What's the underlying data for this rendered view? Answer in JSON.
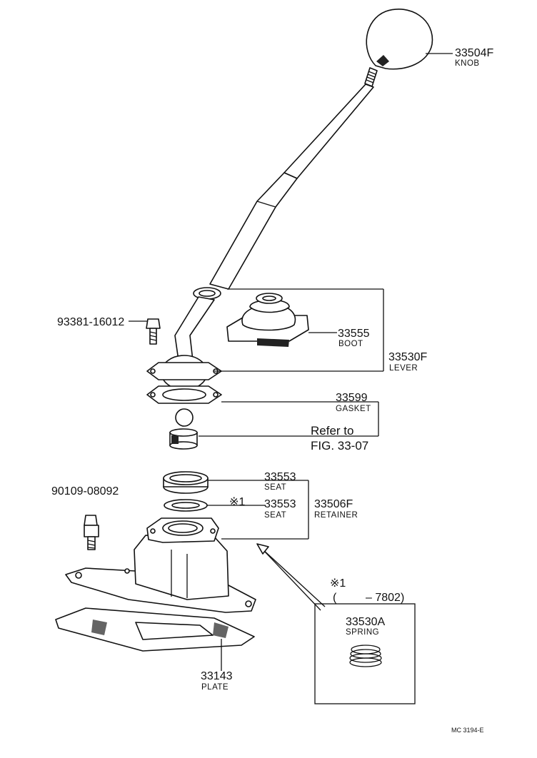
{
  "parts": {
    "knob": {
      "number": "33504F",
      "name": "KNOB"
    },
    "boot": {
      "number": "33555",
      "name": "BOOT"
    },
    "lever": {
      "number": "33530F",
      "name": "LEVER"
    },
    "gasket": {
      "number": "33599",
      "name": "GASKET"
    },
    "bolt": {
      "number": "93381-16012"
    },
    "seat_upper": {
      "number": "33553",
      "name": "SEAT"
    },
    "seat_lower": {
      "number": "33553",
      "name": "SEAT"
    },
    "retainer": {
      "number": "33506F",
      "name": "RETAINER"
    },
    "bolt2": {
      "number": "90109-08092"
    },
    "plate": {
      "number": "33143",
      "name": "PLATE"
    },
    "spring": {
      "number": "33530A",
      "name": "SPRING"
    }
  },
  "refer": {
    "line1": "Refer to",
    "line2": "FIG. 33-07"
  },
  "notes": {
    "mark": "※1",
    "mark_seat": "※1",
    "paren_open": "(",
    "range": "– 7802)"
  },
  "footer": {
    "code": "MC 3194-E"
  }
}
